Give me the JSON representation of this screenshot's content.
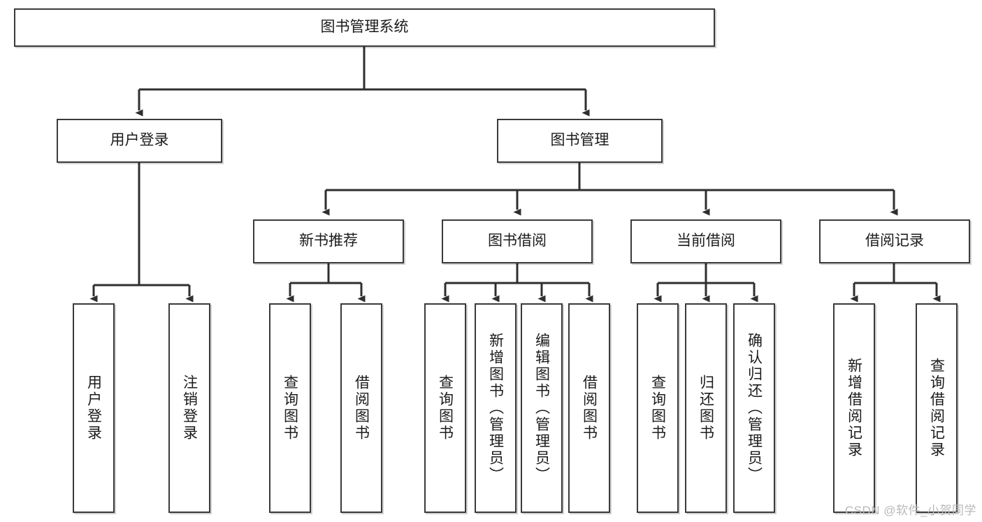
{
  "diagram": {
    "type": "tree-hierarchy",
    "title": "图书管理系统",
    "watermark": "CSDN @软件_小贺同学",
    "colors": {
      "box_border": "#3a3a3a",
      "box_fill": "#ffffff",
      "connector": "#2f2f2f",
      "text": "#1b1b1b",
      "watermark": "#b9b9b9"
    }
  },
  "nodes": {
    "root": {
      "label": "图书管理系统",
      "level": 1
    },
    "level2": [
      {
        "id": "user-login",
        "label": "用户登录"
      },
      {
        "id": "book-management",
        "label": "图书管理"
      }
    ],
    "level3": [
      {
        "id": "new-book-recommend",
        "label": "新书推荐"
      },
      {
        "id": "book-borrow",
        "label": "图书借阅"
      },
      {
        "id": "current-borrow",
        "label": "当前借阅"
      },
      {
        "id": "borrow-record",
        "label": "借阅记录"
      }
    ],
    "leaves": {
      "user-login": [
        {
          "id": "leaf-user-login",
          "label": "用户登录"
        },
        {
          "id": "leaf-logout-login",
          "label": "注销登录"
        }
      ],
      "new-book-recommend": [
        {
          "id": "leaf-query-book-1",
          "label": "查询图书"
        },
        {
          "id": "leaf-borrow-book-1",
          "label": "借阅图书"
        }
      ],
      "book-borrow": [
        {
          "id": "leaf-query-book-2",
          "label": "查询图书"
        },
        {
          "id": "leaf-add-book",
          "label": "新增图书（管理员）"
        },
        {
          "id": "leaf-edit-book",
          "label": "编辑图书（管理员）"
        },
        {
          "id": "leaf-borrow-book-2",
          "label": "借阅图书"
        }
      ],
      "current-borrow": [
        {
          "id": "leaf-query-book-3",
          "label": "查询图书"
        },
        {
          "id": "leaf-return-book",
          "label": "归还图书"
        },
        {
          "id": "leaf-confirm-return",
          "label": "确认归还（管理员）"
        }
      ],
      "borrow-record": [
        {
          "id": "leaf-add-record",
          "label": "新增借阅记录"
        },
        {
          "id": "leaf-query-record",
          "label": "查询借阅记录"
        }
      ]
    }
  }
}
